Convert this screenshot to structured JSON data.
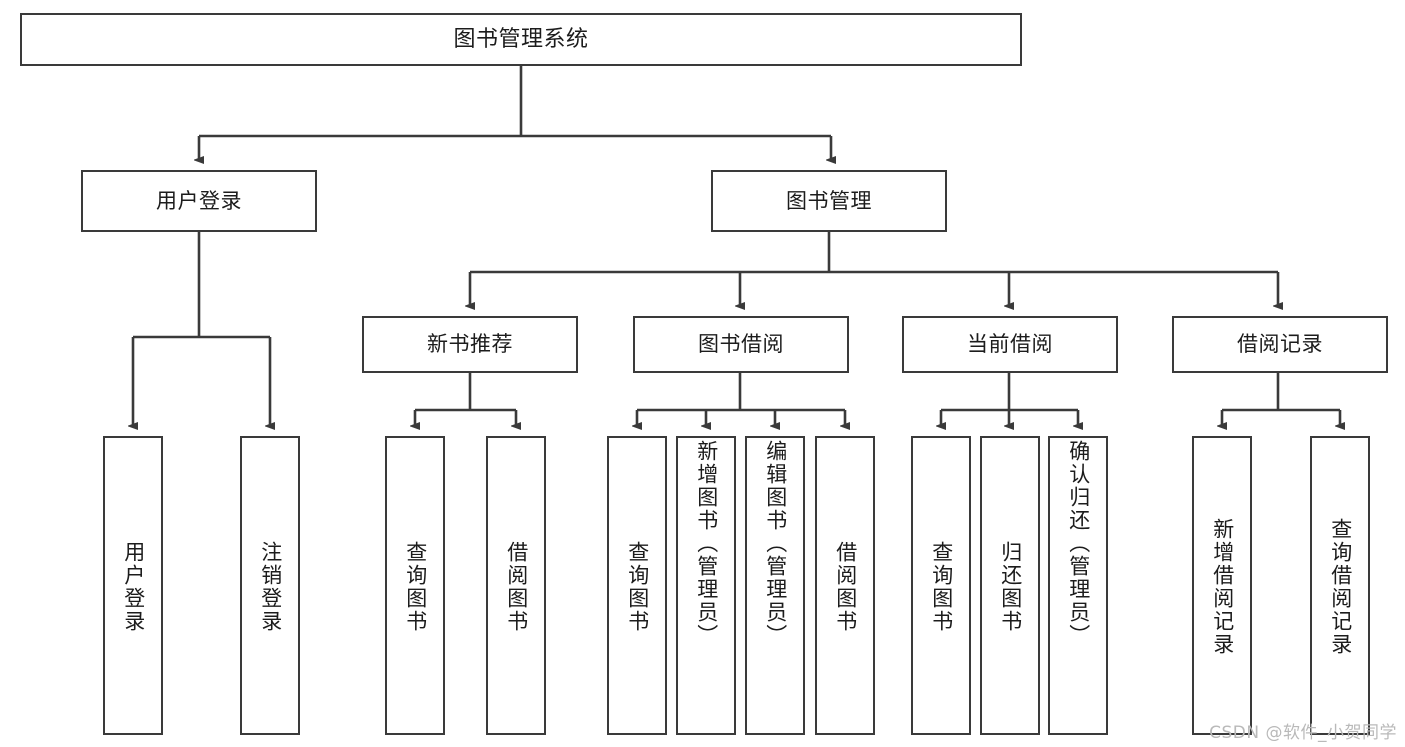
{
  "diagram": {
    "title": "图书管理系统",
    "type": "functional-structure-tree",
    "watermark": "CSDN @软件_小贺同学",
    "colors": {
      "background": "#ffffff",
      "box_border": "#3a3a3a",
      "box_fill": "#ffffff",
      "text": "#1c1c1c",
      "connector": "#3a3a3a",
      "watermark": "#b9b9b9"
    }
  },
  "nodes": {
    "root": {
      "label": "图书管理系统"
    },
    "level2": [
      {
        "id": "user-login",
        "label": "用户登录"
      },
      {
        "id": "book-management",
        "label": "图书管理"
      }
    ],
    "level3": [
      {
        "id": "new-book-recommend",
        "label": "新书推荐"
      },
      {
        "id": "book-borrow",
        "label": "图书借阅"
      },
      {
        "id": "current-borrow",
        "label": "当前借阅"
      },
      {
        "id": "borrow-record",
        "label": "借阅记录"
      }
    ],
    "leaves": {
      "user_login": [
        {
          "id": "leaf-user-login",
          "label": "用户登录"
        },
        {
          "id": "leaf-logout",
          "label": "注销登录"
        }
      ],
      "new_book_recommend": [
        {
          "id": "leaf-query-book-1",
          "label": "查询图书"
        },
        {
          "id": "leaf-borrow-book-1",
          "label": "借阅图书"
        }
      ],
      "book_borrow": [
        {
          "id": "leaf-query-book-2",
          "label": "查询图书"
        },
        {
          "id": "leaf-add-book",
          "label": "新增图书（管理员）"
        },
        {
          "id": "leaf-edit-book",
          "label": "编辑图书（管理员）"
        },
        {
          "id": "leaf-borrow-book-2",
          "label": "借阅图书"
        }
      ],
      "current_borrow": [
        {
          "id": "leaf-query-book-3",
          "label": "查询图书"
        },
        {
          "id": "leaf-return-book",
          "label": "归还图书"
        },
        {
          "id": "leaf-confirm-return",
          "label": "确认归还（管理员）"
        }
      ],
      "borrow_record": [
        {
          "id": "leaf-add-record",
          "label": "新增借阅记录"
        },
        {
          "id": "leaf-query-record",
          "label": "查询借阅记录"
        }
      ]
    }
  }
}
